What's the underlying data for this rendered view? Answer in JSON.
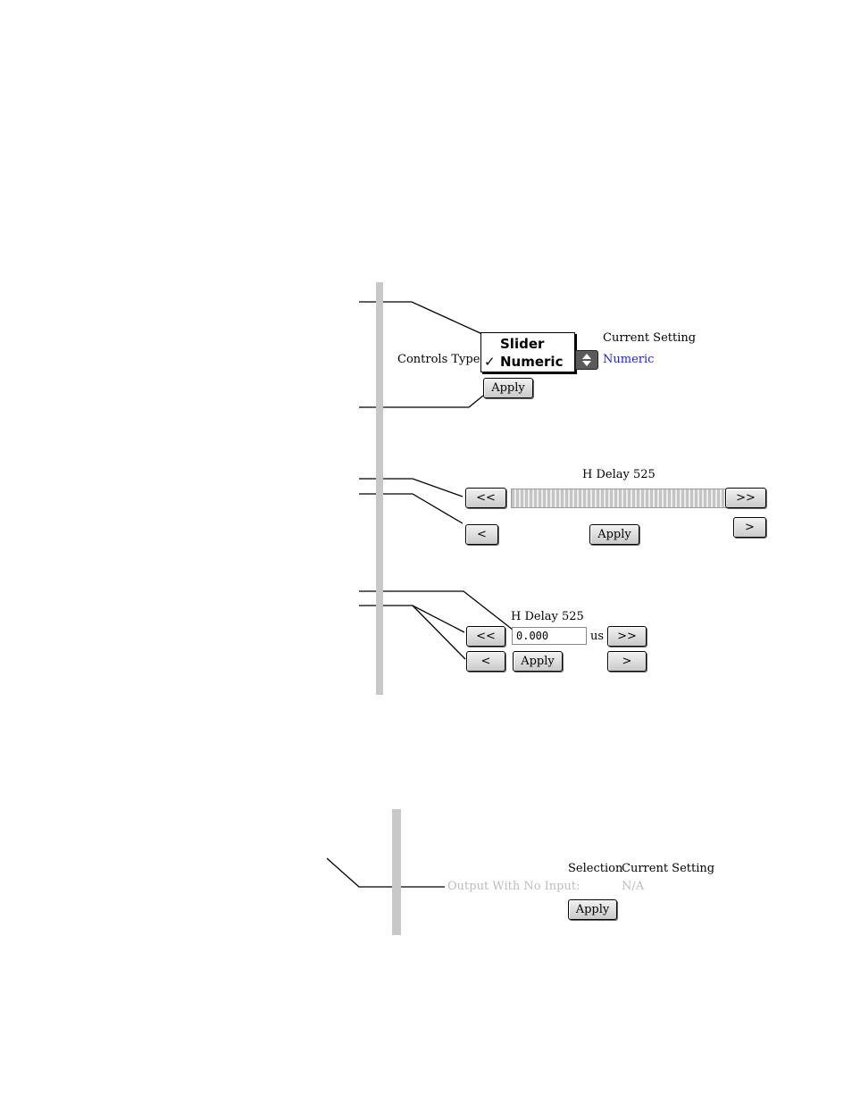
{
  "controls_type_panel": {
    "label": "Controls Type:",
    "menu_options": [
      {
        "label": "Slider",
        "checked": false
      },
      {
        "label": "Numeric",
        "checked": true
      }
    ],
    "check_mark": "✓",
    "current_setting_header": "Current Setting",
    "current_setting_value": "Numeric",
    "current_setting_color": "#1a1aff",
    "apply_label": "Apply"
  },
  "slider_panel": {
    "title": "H Delay 525",
    "coarse_decrement": "<<",
    "coarse_increment": ">>",
    "fine_decrement": "<",
    "fine_increment": ">",
    "apply_label": "Apply"
  },
  "numeric_panel": {
    "title": "H Delay 525",
    "value": "0.000",
    "unit": "us",
    "coarse_decrement": "<<",
    "coarse_increment": ">>",
    "fine_decrement": "<",
    "fine_increment": ">",
    "apply_label": "Apply"
  },
  "output_panel": {
    "selection_header": "Selection",
    "current_setting_header": "Current Setting",
    "row_label": "Output With No Input:",
    "current_setting_value": "N/A",
    "disabled_color": "#bdbdbd",
    "apply_label": "Apply"
  }
}
